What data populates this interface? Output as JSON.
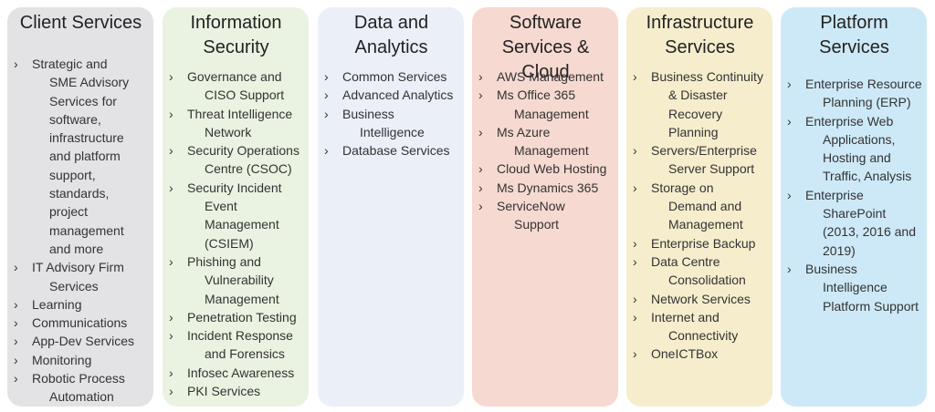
{
  "colors": {
    "client_services": "#e3e3e5",
    "information_security": "#eaf3e1",
    "data_analytics": "#eaeff8",
    "software_cloud": "#f6d9d0",
    "infrastructure": "#f6edcd",
    "platform": "#cde9f7"
  },
  "chevron": "›",
  "columns": [
    {
      "key": "client_services",
      "title_lines": [
        "Client Services"
      ],
      "items": [
        {
          "lines": [
            "Strategic and",
            "SME Advisory",
            "Services for",
            "software,",
            "infrastructure",
            "and platform",
            "support,",
            "standards,",
            "project",
            "management",
            "and more"
          ]
        },
        {
          "lines": [
            "IT Advisory Firm",
            "Services"
          ]
        },
        {
          "lines": [
            "Learning"
          ]
        },
        {
          "lines": [
            "Communications"
          ]
        },
        {
          "lines": [
            "App-Dev Services"
          ]
        },
        {
          "lines": [
            "Monitoring"
          ]
        },
        {
          "lines": [
            "Robotic Process",
            "Automation"
          ]
        }
      ]
    },
    {
      "key": "information_security",
      "title_lines": [
        "Information",
        "Security"
      ],
      "items": [
        {
          "lines": [
            "Governance and",
            "CISO Support"
          ]
        },
        {
          "lines": [
            "Threat Intelligence",
            "Network"
          ]
        },
        {
          "lines": [
            "Security Operations",
            "Centre (CSOC)"
          ]
        },
        {
          "lines": [
            "Security Incident",
            "Event",
            "Management",
            "(CSIEM)"
          ]
        },
        {
          "lines": [
            "Phishing and",
            "Vulnerability",
            "Management"
          ]
        },
        {
          "lines": [
            "Penetration Testing"
          ]
        },
        {
          "lines": [
            "Incident Response",
            "and Forensics"
          ]
        },
        {
          "lines": [
            "Infosec Awareness"
          ]
        },
        {
          "lines": [
            "PKI Services"
          ]
        }
      ]
    },
    {
      "key": "data_analytics",
      "title_lines": [
        "Data and",
        "Analytics"
      ],
      "items": [
        {
          "lines": [
            "Common Services"
          ]
        },
        {
          "lines": [
            "Advanced Analytics"
          ]
        },
        {
          "lines": [
            "Business",
            "Intelligence"
          ]
        },
        {
          "lines": [
            "Database Services"
          ]
        }
      ]
    },
    {
      "key": "software_cloud",
      "title_lines": [
        "Software",
        "Services & Cloud"
      ],
      "items": [
        {
          "lines": [
            "AWS Management"
          ]
        },
        {
          "lines": [
            "Ms Office 365",
            "Management"
          ]
        },
        {
          "lines": [
            "Ms Azure",
            "Management"
          ]
        },
        {
          "lines": [
            "Cloud Web Hosting"
          ]
        },
        {
          "lines": [
            "Ms Dynamics 365"
          ]
        },
        {
          "lines": [
            "ServiceNow",
            "Support"
          ]
        }
      ]
    },
    {
      "key": "infrastructure",
      "title_lines": [
        "Infrastructure",
        "Services"
      ],
      "items": [
        {
          "lines": [
            "Business Continuity",
            "& Disaster",
            "Recovery",
            "Planning"
          ]
        },
        {
          "lines": [
            "Servers/Enterprise",
            "Server Support"
          ]
        },
        {
          "lines": [
            "Storage on",
            "Demand and",
            "Management"
          ]
        },
        {
          "lines": [
            "Enterprise Backup"
          ]
        },
        {
          "lines": [
            "Data Centre",
            "Consolidation"
          ]
        },
        {
          "lines": [
            "Network Services"
          ]
        },
        {
          "lines": [
            "Internet and",
            "Connectivity"
          ]
        },
        {
          "lines": [
            "OneICTBox"
          ]
        }
      ]
    },
    {
      "key": "platform",
      "title_lines": [
        "Platform",
        "Services"
      ],
      "items": [
        {
          "lines": [
            "Enterprise Resource",
            "Planning (ERP)"
          ]
        },
        {
          "lines": [
            "Enterprise Web",
            "Applications,",
            "Hosting and",
            "Traffic, Analysis"
          ]
        },
        {
          "lines": [
            "Enterprise",
            "SharePoint",
            "(2013, 2016 and",
            "2019)"
          ]
        },
        {
          "lines": [
            "Business",
            "Intelligence",
            "Platform Support"
          ]
        }
      ]
    }
  ]
}
